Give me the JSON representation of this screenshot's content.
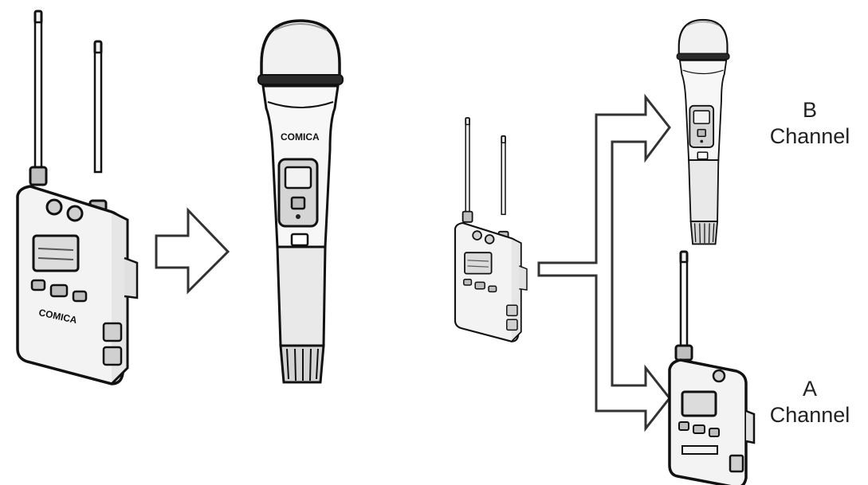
{
  "diagram": {
    "receiver_brand": "COMICA",
    "microphone_brand": "COMICA",
    "channel_b": {
      "letter": "B",
      "word": "Channel"
    },
    "channel_a": {
      "letter": "A",
      "word": "Channel"
    }
  },
  "colors": {
    "line": "#111111",
    "body": "#f3f3f3",
    "screen": "#dcdcdc",
    "background": "#ffffff"
  }
}
